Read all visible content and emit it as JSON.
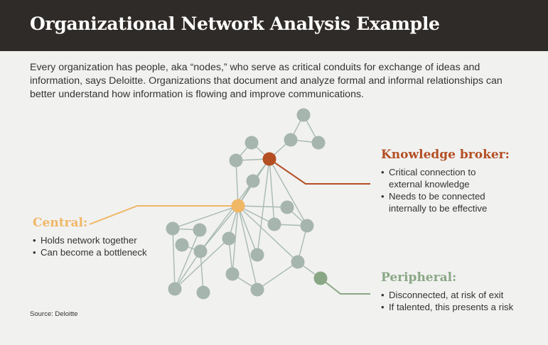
{
  "header": {
    "title": "Organizational Network Analysis Example"
  },
  "intro": {
    "text": "Every organization has people, aka “nodes,” who serve as critical conduits for exchange of ideas and information, says Deloitte. Organizations that document and analyze formal and informal relationships can better understand how information is flowing and improve communications."
  },
  "callouts": {
    "knowledge_broker": {
      "heading": "Knowledge broker:",
      "bullets": [
        "Critical connection to",
        "external knowledge",
        "Needs to be connected",
        "internally to be effective"
      ]
    },
    "central": {
      "heading": "Central:",
      "bullets": [
        "Holds network together",
        "Can become a bottleneck"
      ]
    },
    "peripheral": {
      "heading": "Peripheral:",
      "bullets": [
        "Disconnected, at risk of exit",
        "If talented, this presents a risk"
      ]
    }
  },
  "source": "Source: Deloitte",
  "colors": {
    "header_bg": "#2f2b28",
    "node": "#a6b5ae",
    "edge": "#a8bab2",
    "knowledge_broker": "#b34f23",
    "central": "#f0b765",
    "peripheral": "#8aa785"
  }
}
